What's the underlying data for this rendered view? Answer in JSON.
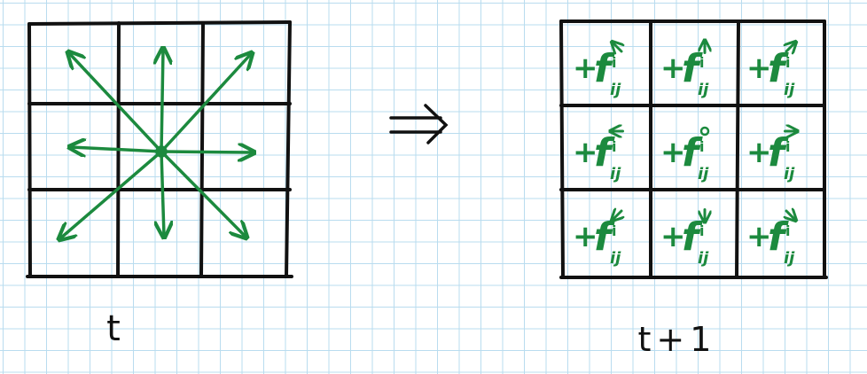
{
  "labels": {
    "time_t": "t",
    "time_t_plus_1": "t+1"
  },
  "transition": {
    "arrow_icon": "double-arrow-icon"
  },
  "cell_term": {
    "plus": "+",
    "f": "f",
    "superscript": "i",
    "subscript": "ij"
  },
  "directions": [
    "north-west",
    "north",
    "north-east",
    "west",
    "rest",
    "east",
    "south-west",
    "south",
    "south-east"
  ],
  "colors": {
    "ink": "#111111",
    "green": "#1c8a3e",
    "grid_paper": "#b9dcef",
    "background": "#ffffff"
  }
}
